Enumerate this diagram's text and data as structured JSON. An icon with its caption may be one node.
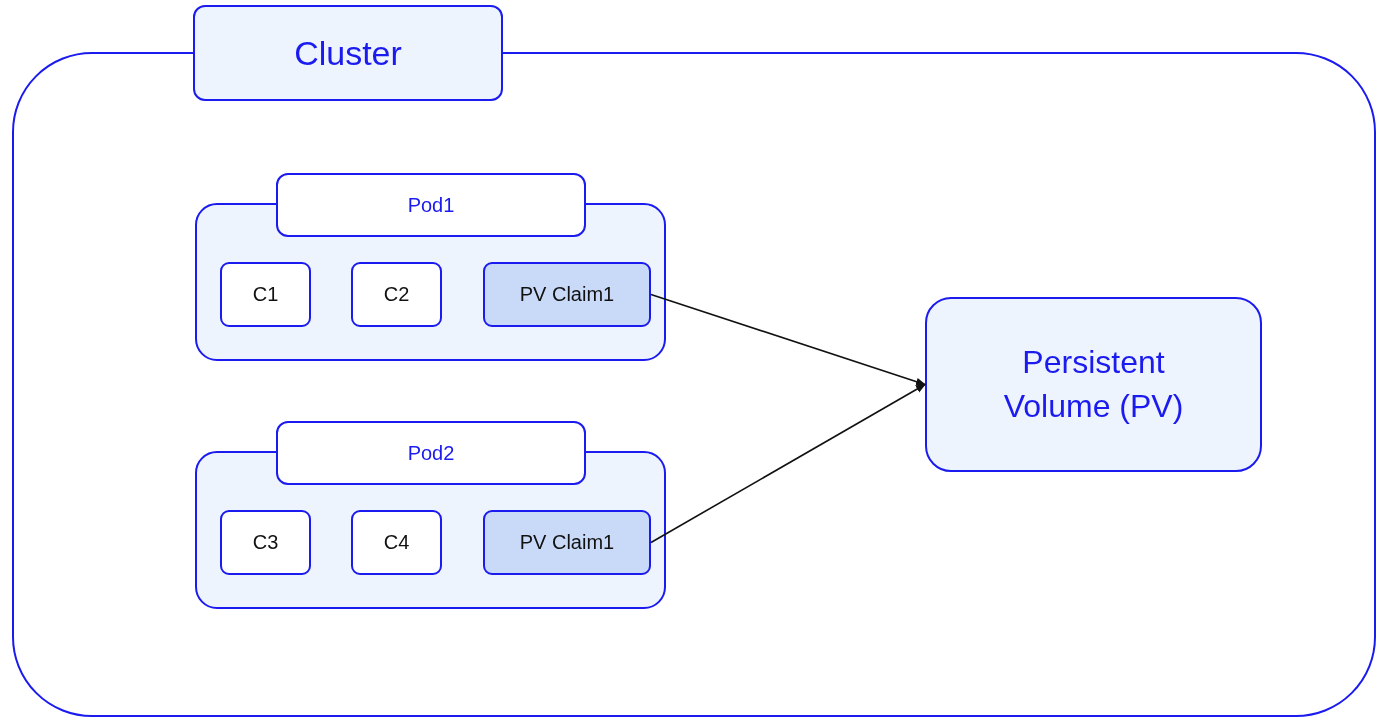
{
  "diagram": {
    "nodes": [
      {
        "text": [
          "Cluster"
        ]
      },
      {
        "text": [
          "Pod1"
        ],
        "in": 0
      },
      {
        "text": [
          "C1"
        ],
        "in": 1
      },
      {
        "text": [
          "C2"
        ],
        "in": 1
      },
      {
        "text": [
          "PV Claim1"
        ],
        "in": 1
      },
      {
        "text": [
          "Pod2"
        ],
        "in": 0
      },
      {
        "text": [
          "C3"
        ],
        "in": 5
      },
      {
        "text": [
          "C4"
        ],
        "in": 5
      },
      {
        "text": [
          "PV Claim1"
        ],
        "in": 5
      },
      {
        "text": [
          "Persistent Volume (PV)"
        ],
        "in": 0
      }
    ],
    "edges": [
      {
        "from": 4,
        "to": 9,
        "arrow": "to"
      },
      {
        "from": 8,
        "to": 9,
        "arrow": "to"
      }
    ]
  }
}
